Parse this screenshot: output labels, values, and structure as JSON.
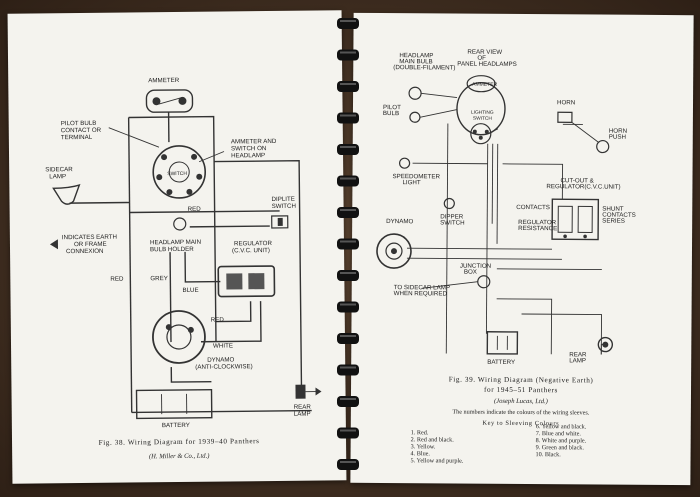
{
  "left_page": {
    "labels": {
      "ammeter": "AMMETER",
      "pilot_bulb": [
        "PILOT BULB",
        "CONTACT OR",
        "TERMINAL"
      ],
      "ammeter_switch": [
        "AMMETER AND",
        "SWITCH ON",
        "HEADLAMP"
      ],
      "sidecar_lamp": [
        "SIDECAR",
        "LAMP"
      ],
      "diplite_switch": [
        "DIPLITE",
        "SWITCH"
      ],
      "red_1": "RED",
      "earth": [
        "INDICATES EARTH",
        "OR FRAME",
        "CONNEXION"
      ],
      "headlamp_bulb": [
        "HEADLAMP MAIN",
        "BULB HOLDER"
      ],
      "regulator": [
        "REGULATOR",
        "(C.V.C. UNIT)"
      ],
      "red_2": "RED",
      "grey": "GREY",
      "blue": "BLUE",
      "red_3": "RED",
      "white": "WHITE",
      "dynamo": [
        "DYNAMO",
        "(ANTI-CLOCKWISE)"
      ],
      "battery": "BATTERY",
      "rear_lamp": [
        "REAR",
        "LAMP"
      ],
      "switch": "SWITCH"
    },
    "caption": "Fig. 38. Wiring Diagram for 1939–40 Panthers",
    "credit": "(H. Miller & Co., Ltd.)"
  },
  "right_page": {
    "labels": {
      "rear_view": [
        "REAR VIEW",
        "OF",
        "PANEL HEADLAMPS"
      ],
      "headlamp_main": [
        "HEADLAMP",
        "MAIN BULB",
        "(DOUBLE-FILAMENT)"
      ],
      "ammeter": "AMMETER",
      "pilot_bulb": [
        "PILOT",
        "BULB"
      ],
      "lighting_switch": [
        "LIGHTING",
        "SWITCH"
      ],
      "horn": "HORN",
      "horn_push": [
        "HORN",
        "PUSH"
      ],
      "speedometer": [
        "SPEEDOMETER",
        "LIGHT"
      ],
      "cutout": [
        "CUT-OUT &",
        "REGULATOR(C.V.C.UNIT)"
      ],
      "contacts": "CONTACTS",
      "shunt": [
        "SHUNT",
        "CONTACTS",
        "SERIES"
      ],
      "regulator_res": [
        "REGULATOR",
        "RESISTANCE"
      ],
      "dynamo": "DYNAMO",
      "dipper": [
        "DIPPER",
        "SWITCH"
      ],
      "junction": [
        "JUNCTION",
        "BOX"
      ],
      "sidecar": [
        "TO SIDECAR LAMP",
        "WHEN REQUIRED"
      ],
      "battery": "BATTERY",
      "rear_lamp": [
        "REAR",
        "LAMP"
      ]
    },
    "caption_1": "Fig. 39. Wiring Diagram (Negative Earth)",
    "caption_2": "for 1945–51 Panthers",
    "credit": "(Joseph Lucas, Ltd.)",
    "note": "The numbers indicate the colours of the wiring sleeves.",
    "key_title": "Key to Sleeving Colours",
    "key_left": [
      "1. Red.",
      "2. Red and black.",
      "3. Yellow.",
      "4. Blue.",
      "5. Yellow and purple."
    ],
    "key_right": [
      "6. Yellow and black.",
      "7. Blue and white.",
      "8. White and purple.",
      "9. Green and black.",
      "10. Black."
    ]
  }
}
